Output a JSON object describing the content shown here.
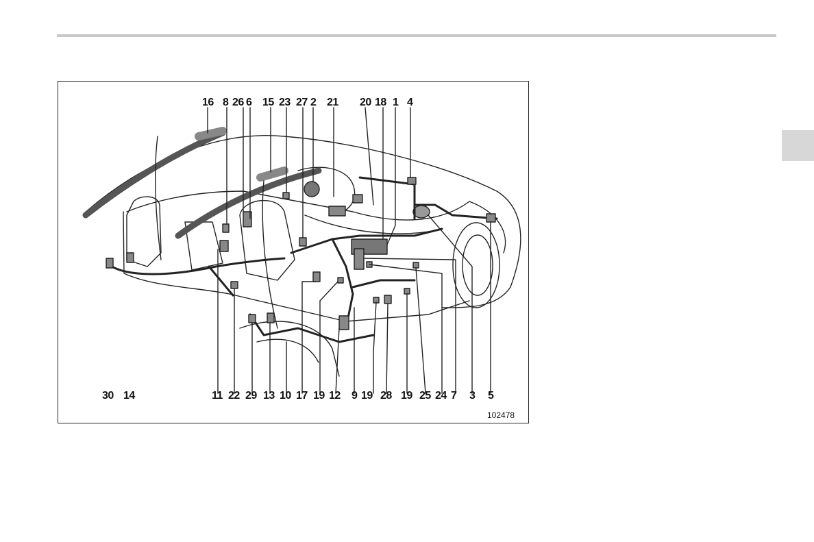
{
  "figure": {
    "number": "102478",
    "callouts_top": [
      "16",
      "8",
      "26",
      "6",
      "15",
      "23",
      "27",
      "2",
      "21",
      "20",
      "18",
      "1",
      "4"
    ],
    "callouts_bottom": [
      "30",
      "14",
      "11",
      "22",
      "29",
      "13",
      "10",
      "17",
      "19",
      "12",
      "9",
      "19",
      "28",
      "19",
      "25",
      "24",
      "7",
      "3",
      "5"
    ]
  },
  "colors": {
    "rule": "#c8c8c8",
    "tab": "#d7d7d7",
    "ink": "#111111"
  }
}
